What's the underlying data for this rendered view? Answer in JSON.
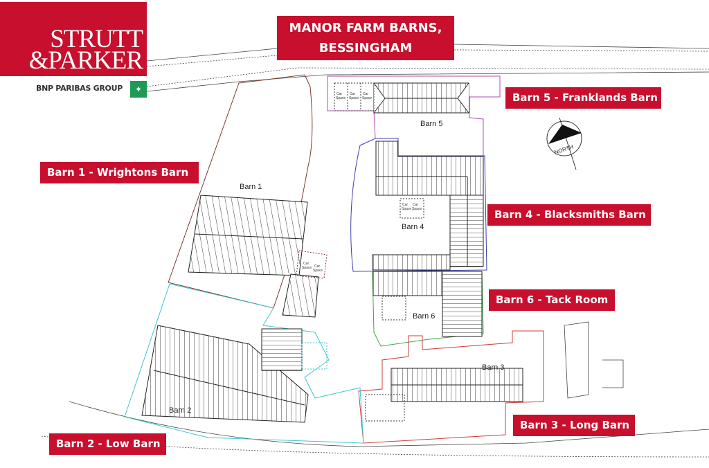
{
  "brand": {
    "line1": "STRUTT",
    "line2": "&PARKER",
    "group": "BNP PARIBAS GROUP",
    "color": "#c8102e",
    "group_logo_color": "#1f9a55"
  },
  "title": {
    "line1": "MANOR FARM BARNS,",
    "line2": "BESSINGHAM"
  },
  "callouts": {
    "barn1": "Barn 1 - Wrightons Barn",
    "barn2": "Barn 2 - Low Barn",
    "barn3": "Barn 3 - Long Barn",
    "barn4": "Barn 4 - Blacksmiths Barn",
    "barn5": "Barn 5 - Franklands Barn",
    "barn6": "Barn 6 - Tack Room"
  },
  "plan": {
    "labels": {
      "barn1": "Barn 1",
      "barn2": "Barn 2",
      "barn3": "Barn 3",
      "barn4": "Barn 4",
      "barn5": "Barn 5",
      "barn6": "Barn 6"
    },
    "car_space": {
      "line1": "Car",
      "line2": "Space"
    },
    "north": "NORTH",
    "boundary_colors": {
      "barn1": "#7a3b2e",
      "barn2": "#3cc6d0",
      "barn3": "#d33a3a",
      "barn4": "#3b3bb0",
      "barn5": "#b04ab0",
      "barn6": "#3aa83a"
    }
  }
}
